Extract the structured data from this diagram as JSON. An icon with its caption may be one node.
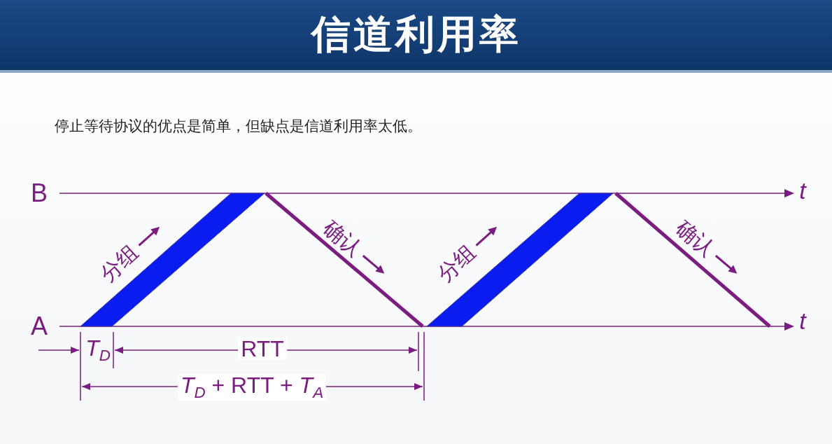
{
  "diagram": {
    "title": "信道利用率",
    "labels": [
      "停止等待协议的优点是简单，但缺点是信道利用率太低。",
      "B",
      "t",
      "分组",
      "确认",
      "分组",
      "确认",
      "A",
      "t",
      "*T*$_{D}$",
      "RTT",
      "*T*$_{D}$ + RTT + *T*$_{A}$"
    ]
  }
}
